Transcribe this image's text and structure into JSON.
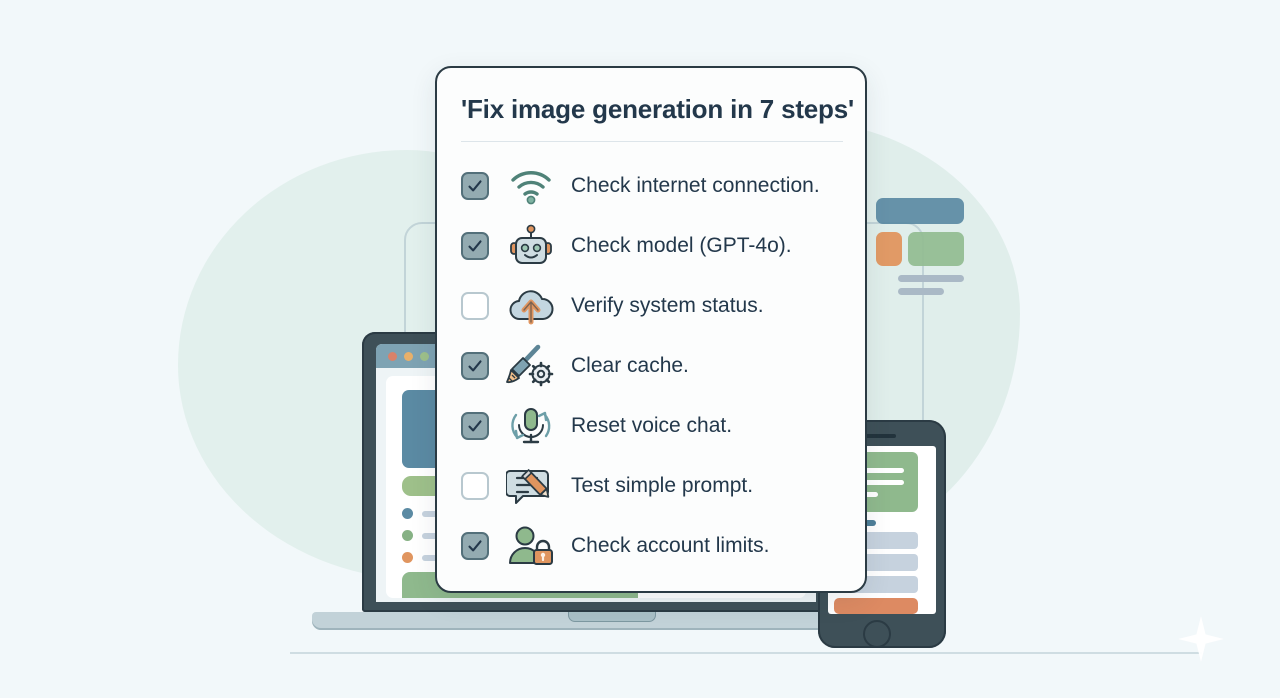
{
  "background": {
    "page_bg_color": "#f2f8fa",
    "accent_colors": {
      "navy": "#23384b",
      "teal": "#5b8aa3",
      "green": "#8fb98d",
      "orange": "#dd8a62",
      "amber": "#e8b06a",
      "mint_blob": "#dfeeea"
    },
    "decor": {
      "sparkle": "sparkle-icon",
      "ghost_rect": "outlined-rounded-rectangle"
    },
    "devices": {
      "laptop": {
        "name": "laptop-illustration",
        "traffic_lights": [
          "#d9826a",
          "#e8b06a",
          "#9ec08a"
        ]
      },
      "phone": {
        "name": "smartphone-illustration"
      }
    }
  },
  "card": {
    "title": "'Fix image generation in 7 steps'",
    "items": [
      {
        "checked": true,
        "icon": "wifi-icon",
        "label": "Check internet connection."
      },
      {
        "checked": true,
        "icon": "robot-icon",
        "label": "Check model (GPT-4o)."
      },
      {
        "checked": false,
        "icon": "cloud-upload-icon",
        "label": "Verify system status."
      },
      {
        "checked": true,
        "icon": "broom-gear-icon",
        "label": "Clear cache."
      },
      {
        "checked": true,
        "icon": "microphone-reset-icon",
        "label": "Reset voice chat."
      },
      {
        "checked": false,
        "icon": "chat-pencil-icon",
        "label": "Test simple prompt."
      },
      {
        "checked": true,
        "icon": "user-lock-icon",
        "label": "Check account limits."
      }
    ]
  }
}
